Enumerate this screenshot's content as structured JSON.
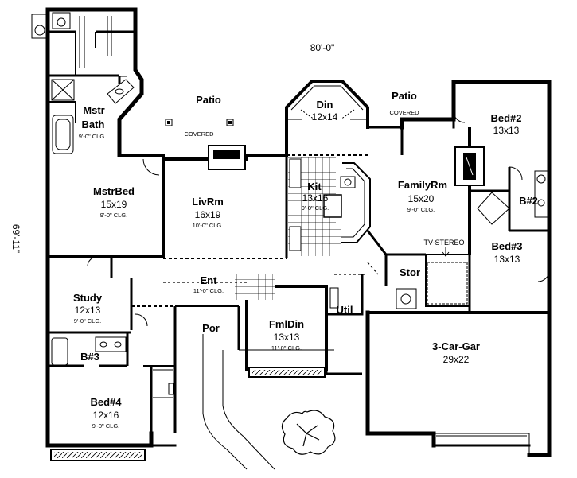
{
  "overall": {
    "width": "80'-0\"",
    "depth": "69'-11\""
  },
  "rooms": {
    "mstr_bath": {
      "name1": "Mstr",
      "name2": "Bath",
      "clg": "9'-0\" CLG."
    },
    "patio_left": {
      "name": "Patio",
      "note": "COVERED"
    },
    "din": {
      "name": "Din",
      "size": "12x14"
    },
    "patio_right": {
      "name": "Patio",
      "note": "COVERED"
    },
    "bed2": {
      "name": "Bed#2",
      "size": "13x13"
    },
    "mstr_bed": {
      "name": "MstrBed",
      "size": "15x19",
      "clg": "9'-0\" CLG."
    },
    "liv_rm": {
      "name": "LivRm",
      "size": "16x19",
      "clg": "10'-0\" CLG."
    },
    "kit": {
      "name": "Kit",
      "size": "13x16",
      "clg": "9'-0\" CLG."
    },
    "family_rm": {
      "name": "FamilyRm",
      "size": "15x20",
      "clg": "9'-0\" CLG."
    },
    "b2": {
      "name": "B#2"
    },
    "bed3": {
      "name": "Bed#3",
      "size": "13x13"
    },
    "tv": {
      "name": "TV-STEREO"
    },
    "stor": {
      "name": "Stor"
    },
    "study": {
      "name": "Study",
      "size": "12x13",
      "clg": "9'-0\" CLG."
    },
    "ent": {
      "name": "Ent",
      "clg": "11'-0\" CLG."
    },
    "util": {
      "name": "Util"
    },
    "por": {
      "name": "Por"
    },
    "fml_din": {
      "name": "FmlDin",
      "size": "13x13",
      "clg": "11'-0\" CLG."
    },
    "b3": {
      "name": "B#3"
    },
    "garage": {
      "name": "3-Car-Gar",
      "size": "29x22"
    },
    "bed4": {
      "name": "Bed#4",
      "size": "12x16",
      "clg": "9'-0\" CLG."
    }
  }
}
